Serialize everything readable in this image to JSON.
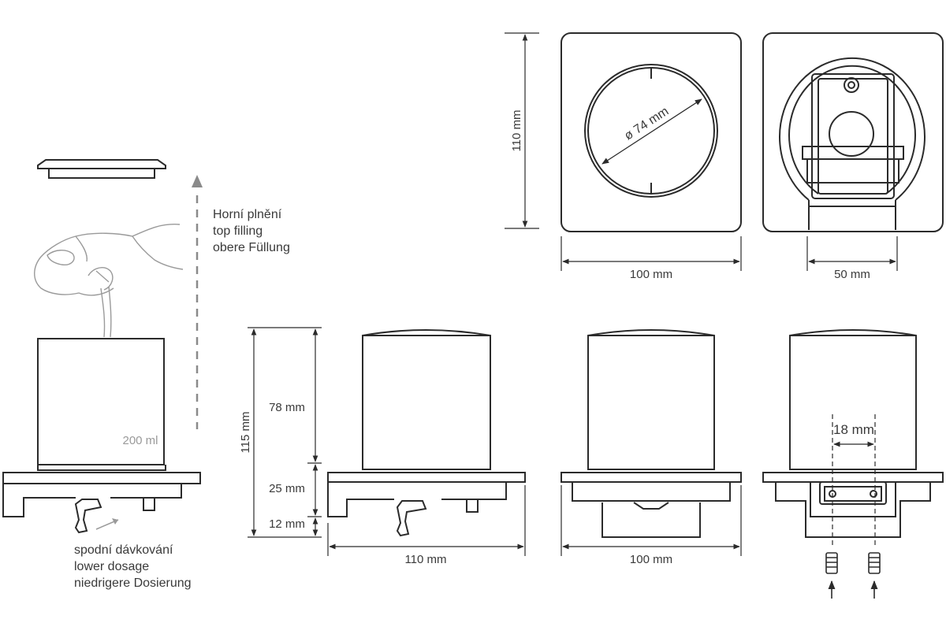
{
  "labels": {
    "top_filling": [
      "Horní plnění",
      "top filling",
      "obere Füllung"
    ],
    "lower_dosage": [
      "spodní dávkování",
      "lower dosage",
      "niedrigere Dosierung"
    ],
    "volume": "200 ml"
  },
  "dimensions": {
    "diameter": "ø 74 mm",
    "plate_height": "110 mm",
    "plate_width": "100 mm",
    "bracket_width": "50 mm",
    "total_height": "115 mm",
    "container_height": "78 mm",
    "base_height": "25 mm",
    "lever_height": "12 mm",
    "side_width": "110 mm",
    "front_width": "100 mm",
    "screw_spacing": "18 mm"
  },
  "colors": {
    "line": "#2b2b2b",
    "light": "#9a9a9a",
    "text": "#3a3a3a"
  }
}
